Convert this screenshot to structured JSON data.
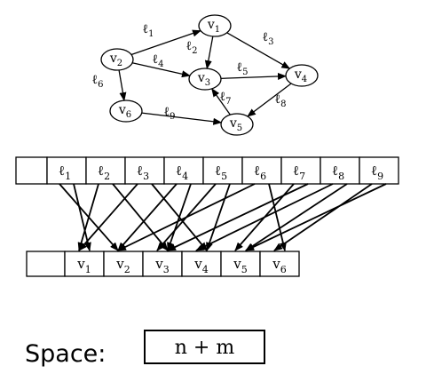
{
  "graph": {
    "nodes": [
      {
        "id": "v1",
        "letter": "v",
        "sub": "1"
      },
      {
        "id": "v2",
        "letter": "v",
        "sub": "2"
      },
      {
        "id": "v3",
        "letter": "v",
        "sub": "3"
      },
      {
        "id": "v4",
        "letter": "v",
        "sub": "4"
      },
      {
        "id": "v5",
        "letter": "v",
        "sub": "5"
      },
      {
        "id": "v6",
        "letter": "v",
        "sub": "6"
      }
    ],
    "edges": [
      {
        "id": "l1",
        "letter": "ℓ",
        "sub": "1",
        "from": "v2",
        "to": "v1"
      },
      {
        "id": "l2",
        "letter": "ℓ",
        "sub": "2",
        "from": "v1",
        "to": "v3"
      },
      {
        "id": "l3",
        "letter": "ℓ",
        "sub": "3",
        "from": "v1",
        "to": "v4"
      },
      {
        "id": "l4",
        "letter": "ℓ",
        "sub": "4",
        "from": "v2",
        "to": "v3"
      },
      {
        "id": "l5",
        "letter": "ℓ",
        "sub": "5",
        "from": "v3",
        "to": "v4"
      },
      {
        "id": "l6",
        "letter": "ℓ",
        "sub": "6",
        "from": "v2",
        "to": "v6"
      },
      {
        "id": "l7",
        "letter": "ℓ",
        "sub": "7",
        "from": "v5",
        "to": "v3"
      },
      {
        "id": "l8",
        "letter": "ℓ",
        "sub": "8",
        "from": "v4",
        "to": "v5"
      },
      {
        "id": "l9",
        "letter": "ℓ",
        "sub": "9",
        "from": "v6",
        "to": "v5"
      }
    ]
  },
  "edge_array": {
    "cells": [
      {
        "id": "l1",
        "letter": "ℓ",
        "sub": "1"
      },
      {
        "id": "l2",
        "letter": "ℓ",
        "sub": "2"
      },
      {
        "id": "l3",
        "letter": "ℓ",
        "sub": "3"
      },
      {
        "id": "l4",
        "letter": "ℓ",
        "sub": "4"
      },
      {
        "id": "l5",
        "letter": "ℓ",
        "sub": "5"
      },
      {
        "id": "l6",
        "letter": "ℓ",
        "sub": "6"
      },
      {
        "id": "l7",
        "letter": "ℓ",
        "sub": "7"
      },
      {
        "id": "l8",
        "letter": "ℓ",
        "sub": "8"
      },
      {
        "id": "l9",
        "letter": "ℓ",
        "sub": "9"
      }
    ]
  },
  "vertex_array": {
    "cells": [
      {
        "id": "v1",
        "letter": "v",
        "sub": "1"
      },
      {
        "id": "v2",
        "letter": "v",
        "sub": "2"
      },
      {
        "id": "v3",
        "letter": "v",
        "sub": "3"
      },
      {
        "id": "v4",
        "letter": "v",
        "sub": "4"
      },
      {
        "id": "v5",
        "letter": "v",
        "sub": "5"
      },
      {
        "id": "v6",
        "letter": "v",
        "sub": "6"
      }
    ]
  },
  "space": {
    "label": "Space:",
    "formula": "n + m"
  }
}
